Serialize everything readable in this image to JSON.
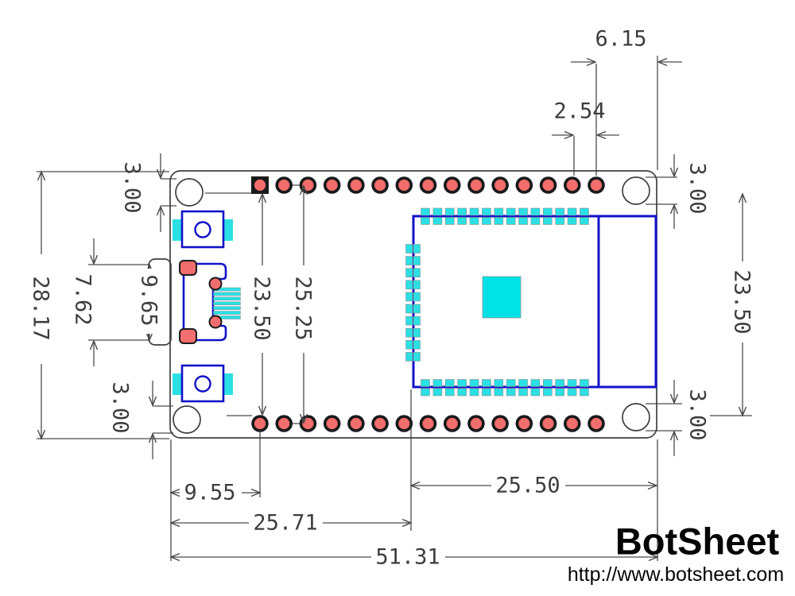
{
  "watermark": {
    "brand": "BotSheet",
    "url": "http://www.botsheet.com"
  },
  "dims": {
    "pin_edge_offset_right": "6.15",
    "pin_pitch": "2.54",
    "hole_dia_tr": "3.00",
    "hole_dia_br": "3.00",
    "hole_dia_tl": "3.00",
    "hole_dia_bl": "3.00",
    "board_height": "28.17",
    "usb_opening_width": "7.62",
    "usb_shell_width": "9.65",
    "pin_rows_inner": "23.50",
    "pin_rows_center": "25.25",
    "pin_rows_inner_right": "23.50",
    "module_width": "25.50",
    "first_pin_offset": "9.55",
    "module_offset": "25.71",
    "board_width": "51.31"
  },
  "board": {
    "pins_per_row": 15,
    "module_top_pad_columns": 14,
    "module_bottom_pad_columns": 14,
    "module_left_pad_rows": 10,
    "usb_pin_stripes": 7
  },
  "colors": {
    "component_blue": "#1212c8",
    "pad_cyan": "#2be0e4",
    "center_shield_cyan": "#00e2e6",
    "hole_red": "#f26d6d",
    "pad_dark": "#1a1a1a",
    "line_gray": "#4a4a4a",
    "dim_text": "#3d3d3d",
    "watermark_text": "#000000"
  }
}
